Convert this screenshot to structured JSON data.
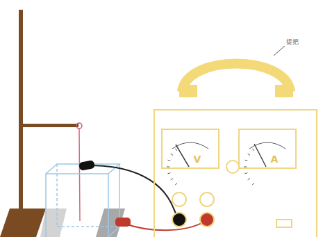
{
  "diagram": {
    "nodes": [
      {
        "text": [
          "V"
        ]
      },
      {
        "text": [
          "A"
        ]
      }
    ],
    "labels": [
      "提把"
    ]
  }
}
